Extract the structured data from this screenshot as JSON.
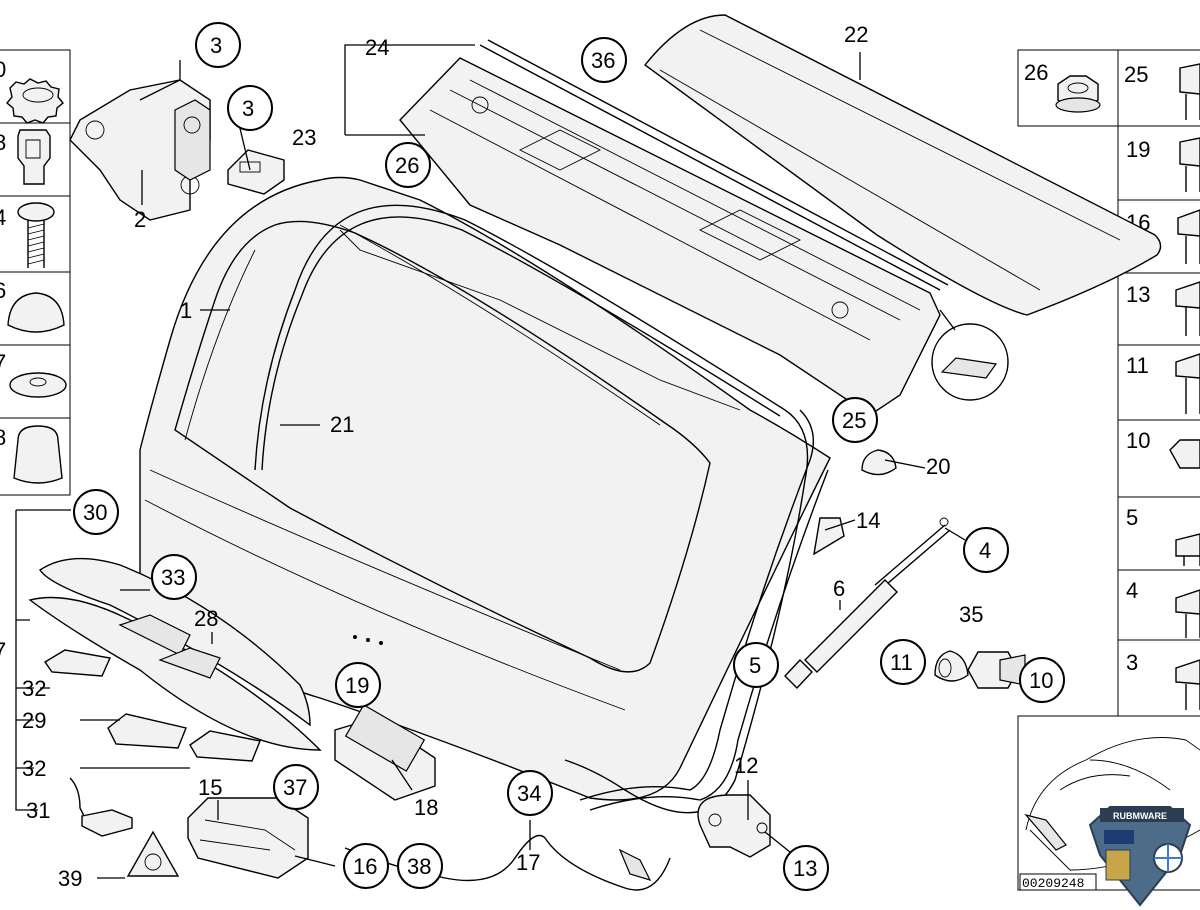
{
  "diagram": {
    "reference_code": "00209248",
    "watermark_text": "RUBMWARE",
    "callouts": {
      "p1": "1",
      "p2": "2",
      "p3a": "3",
      "p3b": "3",
      "p4": "4",
      "p5": "5",
      "p6": "6",
      "p10": "10",
      "p11": "11",
      "p12": "12",
      "p13": "13",
      "p14": "14",
      "p15": "15",
      "p16": "16",
      "p17": "17",
      "p18": "18",
      "p19": "19",
      "p20": "20",
      "p21": "21",
      "p22": "22",
      "p23": "23",
      "p24": "24",
      "p25": "25",
      "p26": "26",
      "p28": "28",
      "p29": "29",
      "p30": "30",
      "p31": "31",
      "p32a": "32",
      "p32b": "32",
      "p33": "33",
      "p34": "34",
      "p35": "35",
      "p36": "36",
      "p37": "37",
      "p38": "38",
      "p39": "39"
    },
    "right_column": [
      "25",
      "19",
      "16",
      "13",
      "11",
      "10",
      "5",
      "4",
      "3"
    ],
    "top_right_box": "26",
    "left_column_partial": [
      "0",
      "8",
      "4",
      "6",
      "7",
      "8"
    ],
    "left_bracket_partial": "7"
  }
}
